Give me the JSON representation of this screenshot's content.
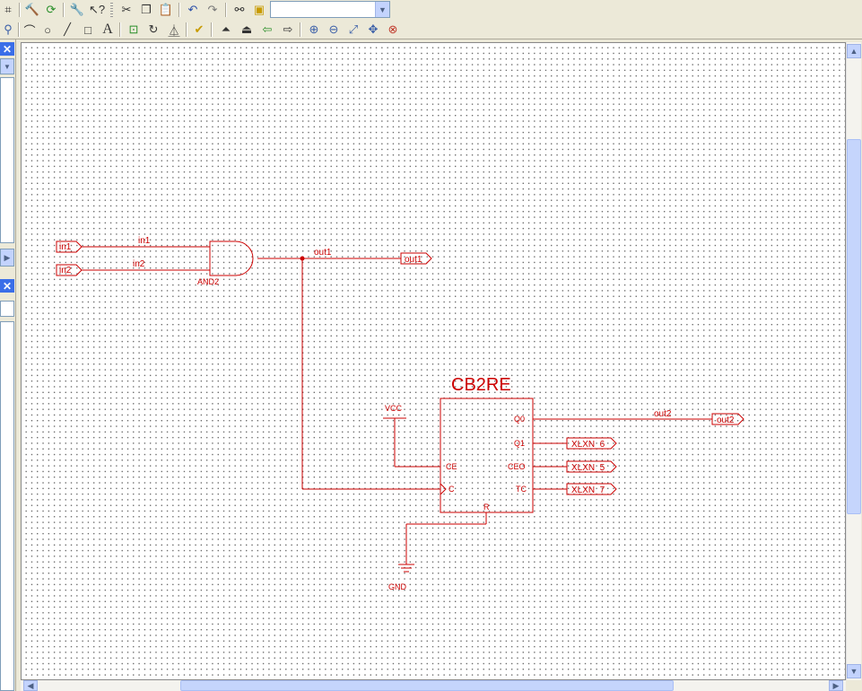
{
  "toolbar": {
    "combo_value": "",
    "icons_row1": [
      "grid-snap-icon",
      "hammer-icon",
      "refresh-icon",
      "wrench-icon",
      "help-pointer-icon",
      "cut-icon",
      "copy-icon",
      "paste-icon",
      "undo-icon",
      "redo-icon",
      "binoculars-icon",
      "find-folder-icon"
    ],
    "icons_row2": [
      "arc-tool-icon",
      "circle-tool-icon",
      "line-tool-icon",
      "rectangle-tool-icon",
      "text-tool-icon",
      "symbol-icon",
      "rotate-icon",
      "mirror-icon",
      "check-schematic-icon",
      "push-up-icon",
      "pop-icon",
      "back-icon",
      "forward-icon",
      "zoom-in-icon",
      "zoom-out-icon",
      "zoom-fit-icon",
      "zoom-full-icon",
      "zoom-selected-icon"
    ],
    "text_tool_glyph": "A"
  },
  "schematic": {
    "wire_color": "#cc0000",
    "ports_in": [
      {
        "label": "in1"
      },
      {
        "label": "in2"
      }
    ],
    "nets": {
      "in1": "in1",
      "in2": "in2",
      "out1": "out1",
      "out2": "out2"
    },
    "and_gate": {
      "label": "AND2"
    },
    "port_out1": "out1",
    "port_out2": "out2",
    "counter": {
      "name": "CB2RE",
      "pins_left": [
        "CE",
        "C"
      ],
      "pins_right": [
        "Q0",
        "Q1",
        "CEO",
        "TC"
      ],
      "pin_bottom": "R"
    },
    "vcc": "VCC",
    "gnd": "GND",
    "xlxn_ports": [
      "XLXN_6",
      "XLXN_5",
      "XLXN_7"
    ]
  }
}
